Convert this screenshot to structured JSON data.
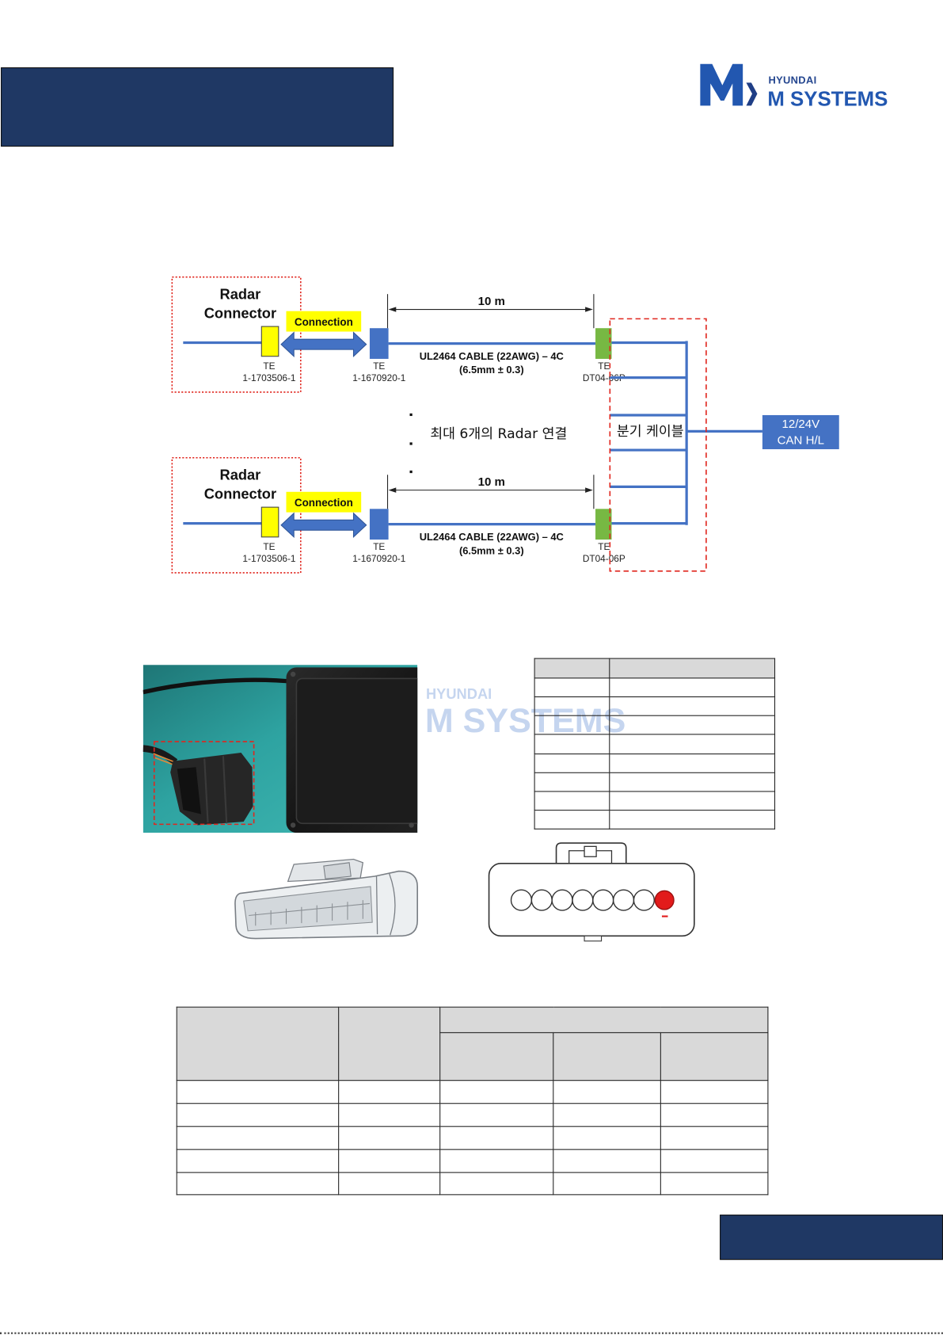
{
  "logo": {
    "brand_top": "HYUNDAI",
    "brand_bottom": "M SYSTEMS"
  },
  "diagram": {
    "assemblies": [
      {
        "title_line1": "Radar",
        "title_line2": "Connector",
        "connection": "Connection",
        "radar_connector": {
          "maker": "TE",
          "part": "1-1703506-1"
        },
        "cable_connector": {
          "maker": "TE",
          "part": "1-1670920-1"
        },
        "length": "10 m",
        "cable_spec": "UL2464 CABLE (22AWG) – 4C",
        "cable_diameter": "(6.5mm ± 0.3)",
        "end_connector": {
          "maker": "TE",
          "part": "DT04-06P"
        }
      },
      {
        "title_line1": "Radar",
        "title_line2": "Connector",
        "connection": "Connection",
        "radar_connector": {
          "maker": "TE",
          "part": "1-1703506-1"
        },
        "cable_connector": {
          "maker": "TE",
          "part": "1-1670920-1"
        },
        "length": "10 m",
        "cable_spec": "UL2464 CABLE (22AWG) – 4C",
        "cable_diameter": "(6.5mm ± 0.3)",
        "end_connector": {
          "maker": "TE",
          "part": "DT04-06P"
        }
      }
    ],
    "max_radar_note": "최대 6개의 Radar 연결",
    "branch_cable_label": "분기 케이블",
    "output_box": {
      "line1": "12/24V",
      "line2": "CAN H/L"
    }
  },
  "watermark": {
    "top": "HYUNDAI",
    "bottom": "M SYSTEMS"
  },
  "colors": {
    "navy": "#1f3864",
    "brand_blue": "#2257b0",
    "cable_blue": "#4472c4",
    "connector_yellow": "#ffff00",
    "connector_green": "#77b843",
    "outline_red": "#e0261e",
    "pin_red": "#e21b1b",
    "table_header": "#d9d9d9"
  }
}
